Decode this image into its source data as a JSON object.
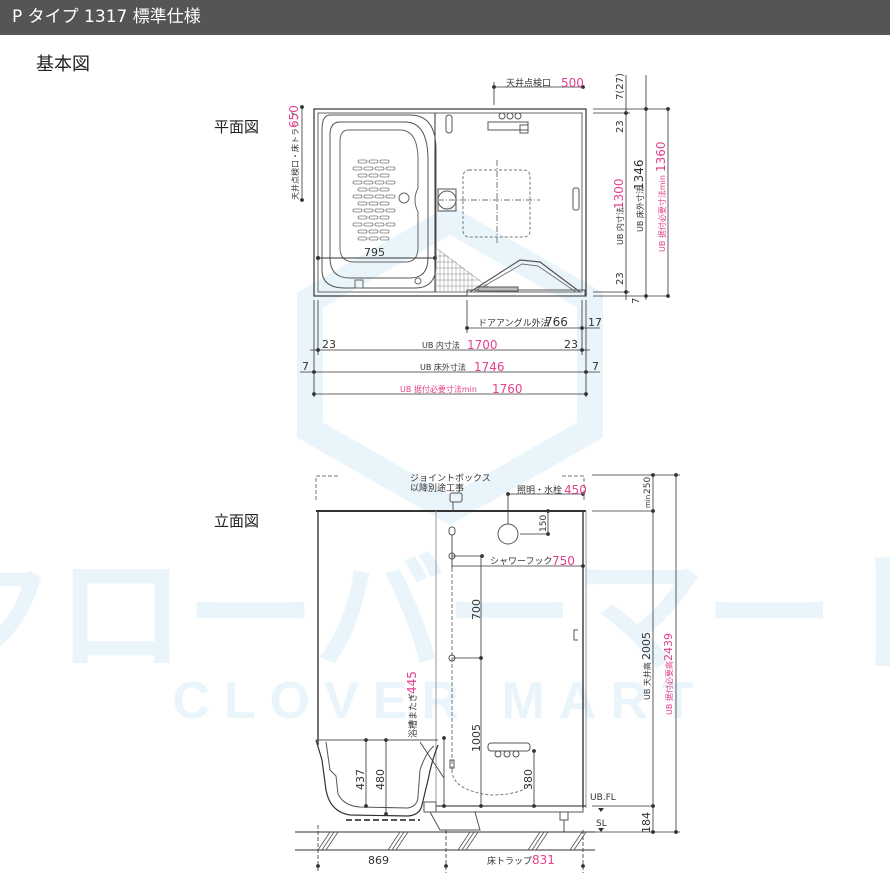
{
  "header": {
    "title": "P タイプ 1317 標準仕様"
  },
  "section_title": "基本図",
  "watermark": {
    "jp": "クローバーマート",
    "en": "CLOVER MART",
    "color": "#e9f5fb"
  },
  "colors": {
    "line": "#333333",
    "accent": "#e4418e",
    "header_bg": "#555555"
  },
  "plan_view": {
    "label": "平面図",
    "ceiling_hatch": {
      "label": "天井点検口",
      "value": "500"
    },
    "ceiling_hatch_floor_trap": {
      "label": "天井点検口・床トラップ",
      "value": "650"
    },
    "tub_width": "795",
    "right_dims": {
      "top_offset": "7(27)",
      "top_inner": "23",
      "bottom_inner": "23",
      "bottom_offset": "7",
      "inner": {
        "label": "UB 内寸法",
        "value": "1300"
      },
      "floor_outer": {
        "label": "UB 床外寸法",
        "value": "1346"
      },
      "install_min": {
        "label": "UB 据付必要寸法min",
        "value": "1360"
      }
    },
    "bottom_dims": {
      "door_angle": {
        "label": "ドアアングル外法",
        "value": "766"
      },
      "door_offset": "17",
      "left_inner": "23",
      "right_inner": "23",
      "left_outer": "7",
      "right_outer": "7",
      "inner": {
        "label": "UB 内寸法",
        "value": "1700"
      },
      "floor_outer": {
        "label": "UB 床外寸法",
        "value": "1746"
      },
      "install_min": {
        "label": "UB 据付必要寸法min",
        "value": "1760"
      }
    }
  },
  "elevation_view": {
    "label": "立面図",
    "joint_box": {
      "line1": "ジョイントボックス",
      "line2": "以降別途工事"
    },
    "light_faucet": {
      "label": "照明・水栓",
      "value": "450"
    },
    "light_offset": "150",
    "shower_hook": {
      "label": "シャワーフック",
      "value": "750"
    },
    "hook_spacing": "700",
    "tub_step": {
      "label": "浴槽またぎ",
      "value": "445"
    },
    "hook_height": "1005",
    "faucet_height": "380",
    "tub_depth_inner": "437",
    "tub_depth_outer": "480",
    "tub_width": "869",
    "floor_trap": {
      "label": "床トラップ",
      "value": "831"
    },
    "right_dims": {
      "min_clearance": {
        "label": "min",
        "value": "250"
      },
      "ceiling_height": {
        "label": "UB 天井高",
        "value": "2005"
      },
      "install_height": {
        "label": "UB 据付必要高",
        "value": "2439"
      },
      "floor_height": "184",
      "ub_fl": "UB.FL",
      "sl": "SL"
    }
  }
}
